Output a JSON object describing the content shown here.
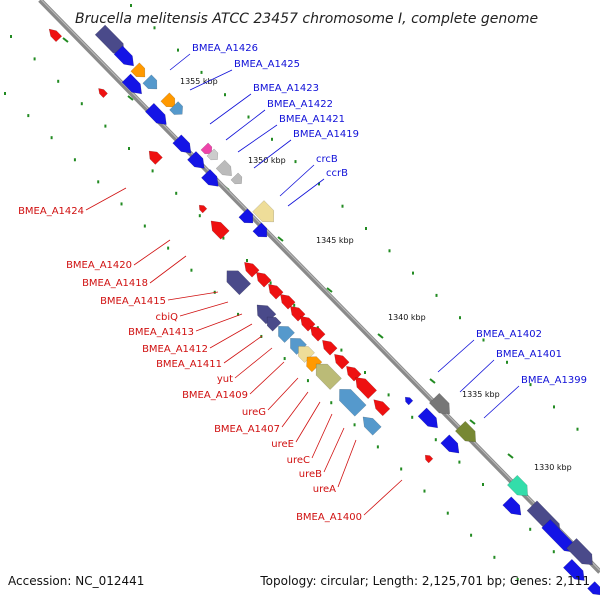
{
  "title": "Brucella melitensis ATCC 23457 chromosome I, complete genome",
  "accession": "Accession: NC_012441",
  "topology": "Topology: circular; Length: 2,125,701 bp; Genes: 2,111",
  "colors": {
    "backbone": "#888888",
    "forward": "#1414e6",
    "reverse": "#ee1111",
    "tick": "#228b22",
    "label_blue": "#1010d8",
    "label_red": "#d01010"
  },
  "kbp_markers": [
    {
      "label": "1355 kbp"
    },
    {
      "label": "1350 kbp"
    },
    {
      "label": "1345 kbp"
    },
    {
      "label": "1340 kbp"
    },
    {
      "label": "1335 kbp"
    },
    {
      "label": "1330 kbp"
    }
  ],
  "forward_genes": [
    "BMEA_A1426",
    "BMEA_A1425",
    "BMEA_A1423",
    "BMEA_A1422",
    "BMEA_A1421",
    "BMEA_A1419",
    "crcB",
    "ccrB",
    "BMEA_A1402",
    "BMEA_A1401",
    "BMEA_A1399"
  ],
  "reverse_genes": [
    "BMEA_A1424",
    "BMEA_A1420",
    "BMEA_A1418",
    "BMEA_A1415",
    "cbiQ",
    "BMEA_A1413",
    "BMEA_A1412",
    "BMEA_A1411",
    "yut",
    "BMEA_A1409",
    "ureG",
    "BMEA_A1407",
    "ureE",
    "ureC",
    "ureB",
    "ureA",
    "BMEA_A1400"
  ]
}
